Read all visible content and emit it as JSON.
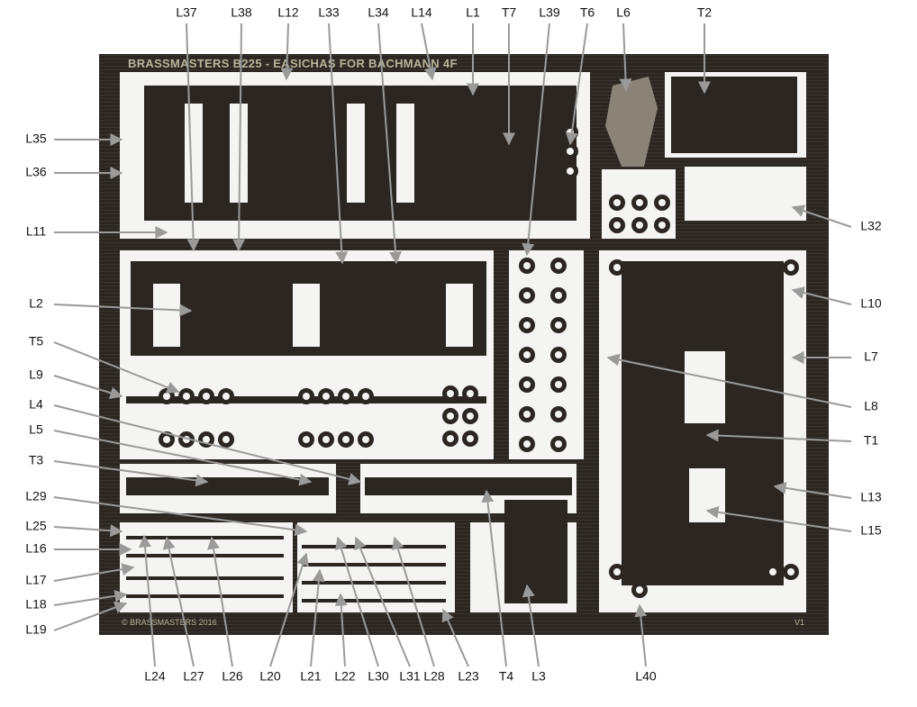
{
  "fret": {
    "title": "BRASSMASTERS B225 - EASICHAS FOR BACHMANN 4F",
    "copyright": "© BRASSMASTERS 2016",
    "version": "V1",
    "colors": {
      "brass_dark": "#2b2621",
      "panel": "#f4f4f2",
      "leader": "#9a9a9a"
    }
  },
  "labels": {
    "top": [
      "L37",
      "L38",
      "L12",
      "L33",
      "L34",
      "L14",
      "L1",
      "T7",
      "L39",
      "T6",
      "L6",
      "T2"
    ],
    "left": [
      "L35",
      "L36",
      "L11",
      "L2",
      "T5",
      "L9",
      "L4",
      "L5",
      "T3",
      "L29",
      "L25",
      "L16",
      "L17",
      "L18",
      "L19"
    ],
    "right": [
      "L32",
      "L10",
      "L7",
      "L8",
      "T1",
      "L13",
      "L15"
    ],
    "bottom": [
      "L24",
      "L27",
      "L26",
      "L20",
      "L21",
      "L22",
      "L30",
      "L31",
      "L28",
      "L23",
      "T4",
      "L3",
      "L40"
    ]
  }
}
